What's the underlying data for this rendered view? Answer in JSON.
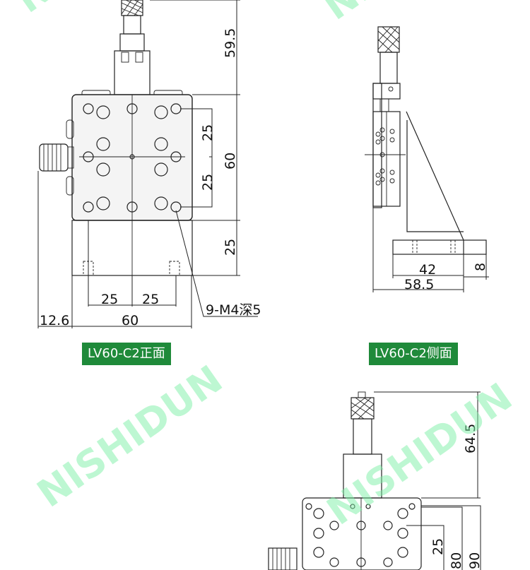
{
  "watermark": "NISHIDUN",
  "captions": {
    "front": "LV60-C2正面",
    "side": "LV60-C2侧面"
  },
  "front_dims": {
    "micrometer_height": "59.5",
    "hole_spacing_top": "25",
    "hole_spacing_bottom": "25",
    "body_height": "60",
    "base_height": "25",
    "bottom_spacing_left": "25",
    "bottom_spacing_right": "25",
    "knob_offset": "12.6",
    "body_width": "60",
    "hole_callout": "9-M4深5"
  },
  "side_dims": {
    "inner": "42",
    "outer": "58.5",
    "base": "8"
  },
  "third_dims": {
    "micrometer_height": "64.5",
    "hole_spacing": "25",
    "dim_80": "80",
    "dim_90": "90"
  },
  "colors": {
    "caption_bg": "#1f8a3a",
    "watermark": "#7ef0a6"
  }
}
